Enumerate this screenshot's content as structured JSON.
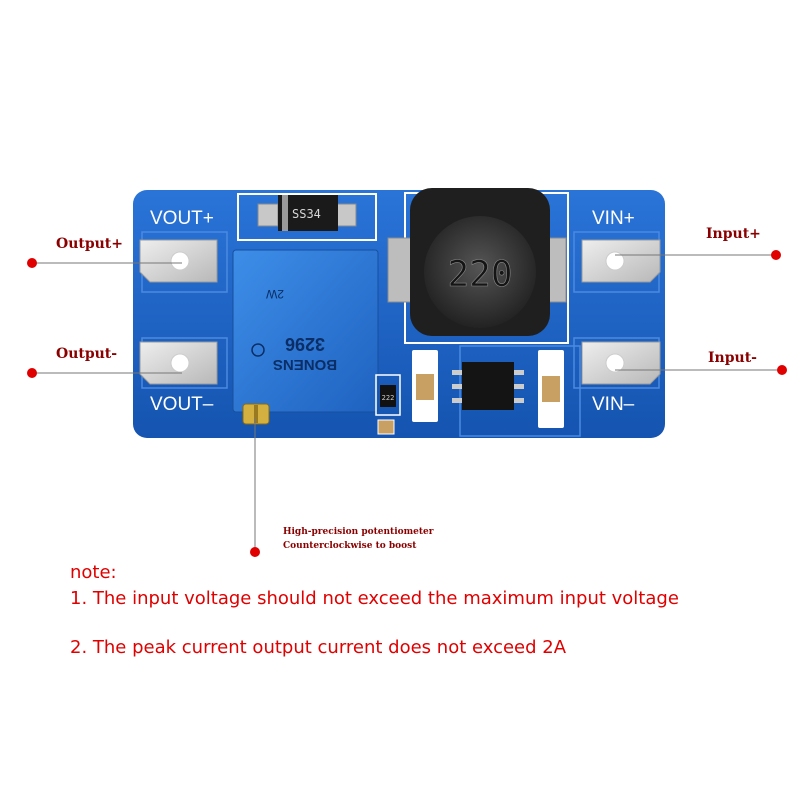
{
  "board": {
    "vout_plus": "VOUT+",
    "vout_minus": "VOUT–",
    "vin_plus": "VIN+",
    "vin_minus": "VIN–",
    "diode_marking": "SS34",
    "inductor_marking": "220",
    "pot_marking_line1": "BONENS",
    "pot_marking_line2": "3296",
    "pot_marking_line3": "2W",
    "resistor_marking": "222"
  },
  "callouts": {
    "output_plus": "Output+",
    "output_minus": "Output-",
    "input_plus": "Input+",
    "input_minus": "Input-",
    "pot_line1": "High-precision potentiometer",
    "pot_line2": "Counterclockwise to boost"
  },
  "notes": {
    "heading": "note:",
    "item1": "1. The input voltage should not exceed the maximum input voltage",
    "item2": "2. The peak current output current does not exceed 2A"
  },
  "colors": {
    "pcb": "#1e63c4",
    "callout_text": "#8a0000",
    "note_text": "#e00000",
    "marker": "#e00000"
  }
}
